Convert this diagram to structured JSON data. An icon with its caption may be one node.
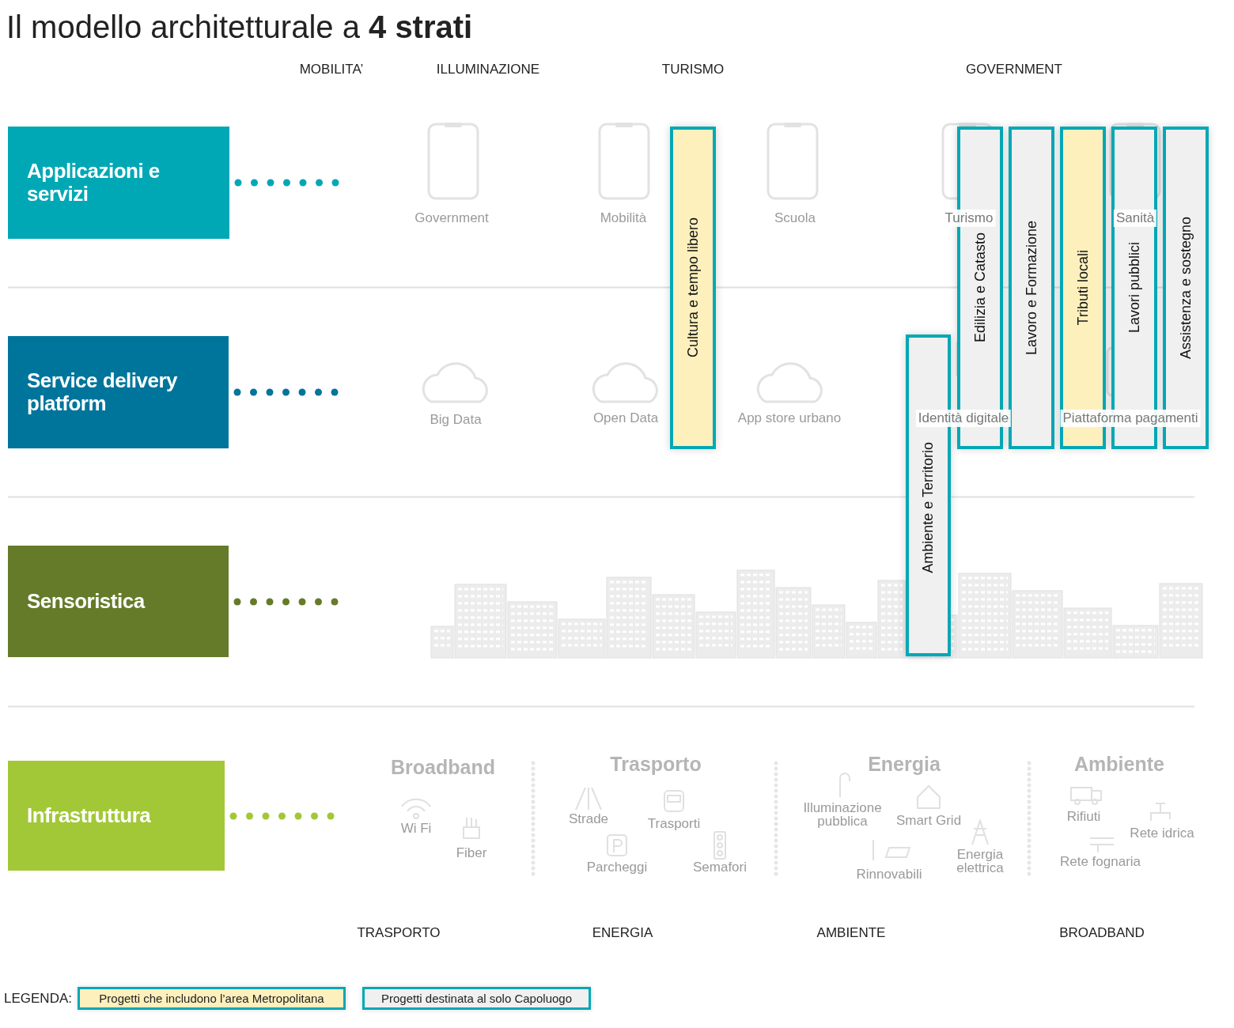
{
  "diagram": {
    "title": "Il modello architetturale a **4 strati**",
    "nodes": [
      {
        "text": [
          "Applicazioni e servizi"
        ]
      },
      {
        "text": [
          "Service delivery platform"
        ]
      },
      {
        "text": [
          "Sensoristica"
        ]
      },
      {
        "text": [
          "Infrastruttura"
        ]
      },
      {
        "text": [
          "Cultura e tempo libero"
        ]
      },
      {
        "text": [
          "Ambiente e Territorio"
        ]
      },
      {
        "text": [
          "Edilizia e Catasto"
        ]
      },
      {
        "text": [
          "Lavoro e Formazione"
        ]
      },
      {
        "text": [
          "Tributi locali"
        ]
      },
      {
        "text": [
          "Lavori pubblici"
        ]
      },
      {
        "text": [
          "Assistenza e sostegno"
        ]
      }
    ],
    "labels": [
      "MOBILITA’",
      "ILLUMINAZIONE",
      "TURISMO",
      "GOVERNMENT",
      "Government",
      "Mobilità",
      "Scuola",
      "Turismo",
      "Sanità",
      "Big Data",
      "Open Data",
      "App store urbano",
      "Identità digitale",
      "Piattaforma pagamenti",
      "Broadband",
      "Wi Fi",
      "Fiber",
      "Trasporto",
      "Strade",
      "Trasporti",
      "Parcheggi",
      "Semafori",
      "Energia",
      "Illuminazione pubblica",
      "Smart Grid",
      "Rinnovabili",
      "Energia elettrica",
      "Ambiente",
      "Rifiuti",
      "Rete idrica",
      "Rete fognaria",
      "TRASPORTO",
      "ENERGIA",
      "AMBIENTE",
      "BROADBAND",
      "LEGENDA:"
    ],
    "legend": [
      {
        "text": "Progetti che includono l’area Metropolitana",
        "color": "#fdf0bd"
      },
      {
        "text": "Progetti destinata al solo Capoluogo",
        "color": "#f0f0f0"
      }
    ]
  }
}
